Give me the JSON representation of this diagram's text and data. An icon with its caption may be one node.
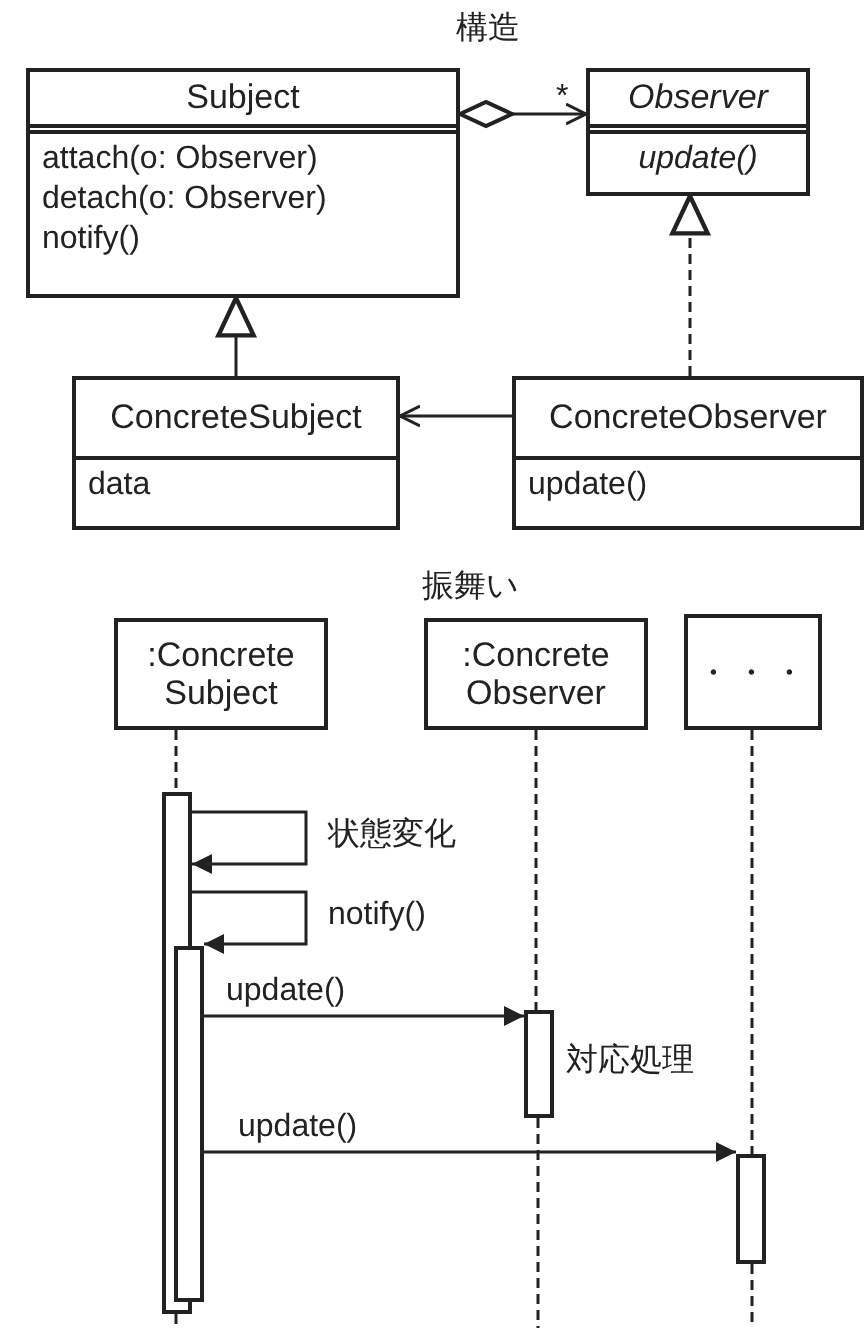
{
  "diagram": {
    "nodes": [
      {
        "text": [
          "Subject",
          "attach(o: Observer)",
          "detach(o: Observer)",
          "notify()"
        ]
      },
      {
        "text": [
          "Observer",
          "update()"
        ]
      },
      {
        "text": [
          "ConcreteSubject",
          "data"
        ]
      },
      {
        "text": [
          "ConcreteObserver",
          "update()"
        ]
      },
      {
        "text": [
          ":Concrete Subject"
        ]
      },
      {
        "text": [
          ":Concrete Observer"
        ]
      },
      {
        "text": [
          "・・・"
        ]
      },
      {
        "text": [],
        "shape": "bar"
      },
      {
        "text": [],
        "shape": "bar"
      },
      {
        "text": [],
        "shape": "bar",
        "beside": [
          "対応処理"
        ]
      },
      {
        "text": [],
        "shape": "bar"
      }
    ],
    "edges": [
      {
        "from": 0,
        "to": 1,
        "arrow": "to",
        "label": "*"
      },
      {
        "from": 2,
        "to": 0,
        "arrow": "to"
      },
      {
        "from": 3,
        "to": 1,
        "arrow": "to",
        "style": "dashed"
      },
      {
        "from": 3,
        "to": 2,
        "arrow": "to"
      },
      {
        "from": 7,
        "to": 7,
        "arrow": "to",
        "label": "状態変化"
      },
      {
        "from": 7,
        "to": 8,
        "arrow": "to",
        "label": "notify()"
      },
      {
        "from": 8,
        "to": 9,
        "arrow": "to",
        "label": "update()"
      },
      {
        "from": 8,
        "to": 10,
        "arrow": "to",
        "label": "update()"
      },
      {
        "from": 4,
        "to": 7,
        "arrow": "none",
        "style": "dashed"
      },
      {
        "from": 5,
        "to": 9,
        "arrow": "none",
        "style": "dashed"
      },
      {
        "from": 6,
        "to": 10,
        "arrow": "none",
        "style": "dashed"
      },
      {
        "from": 7,
        "to": null,
        "arrow": "none",
        "style": "dashed"
      },
      {
        "from": 9,
        "to": null,
        "arrow": "none",
        "style": "dashed"
      },
      {
        "from": 10,
        "to": null,
        "arrow": "none",
        "style": "dashed"
      }
    ],
    "labels": [
      "構造",
      "振舞い"
    ]
  }
}
